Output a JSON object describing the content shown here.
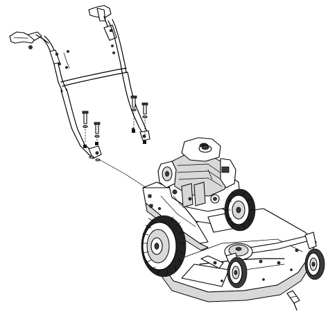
{
  "diagram": {
    "parts": [
      {
        "id": "handlebar-assembly"
      },
      {
        "id": "handle-bolts"
      },
      {
        "id": "engine"
      },
      {
        "id": "mower-deck"
      },
      {
        "id": "drive-wheels"
      },
      {
        "id": "caster-wheels"
      },
      {
        "id": "control-cable"
      }
    ]
  }
}
